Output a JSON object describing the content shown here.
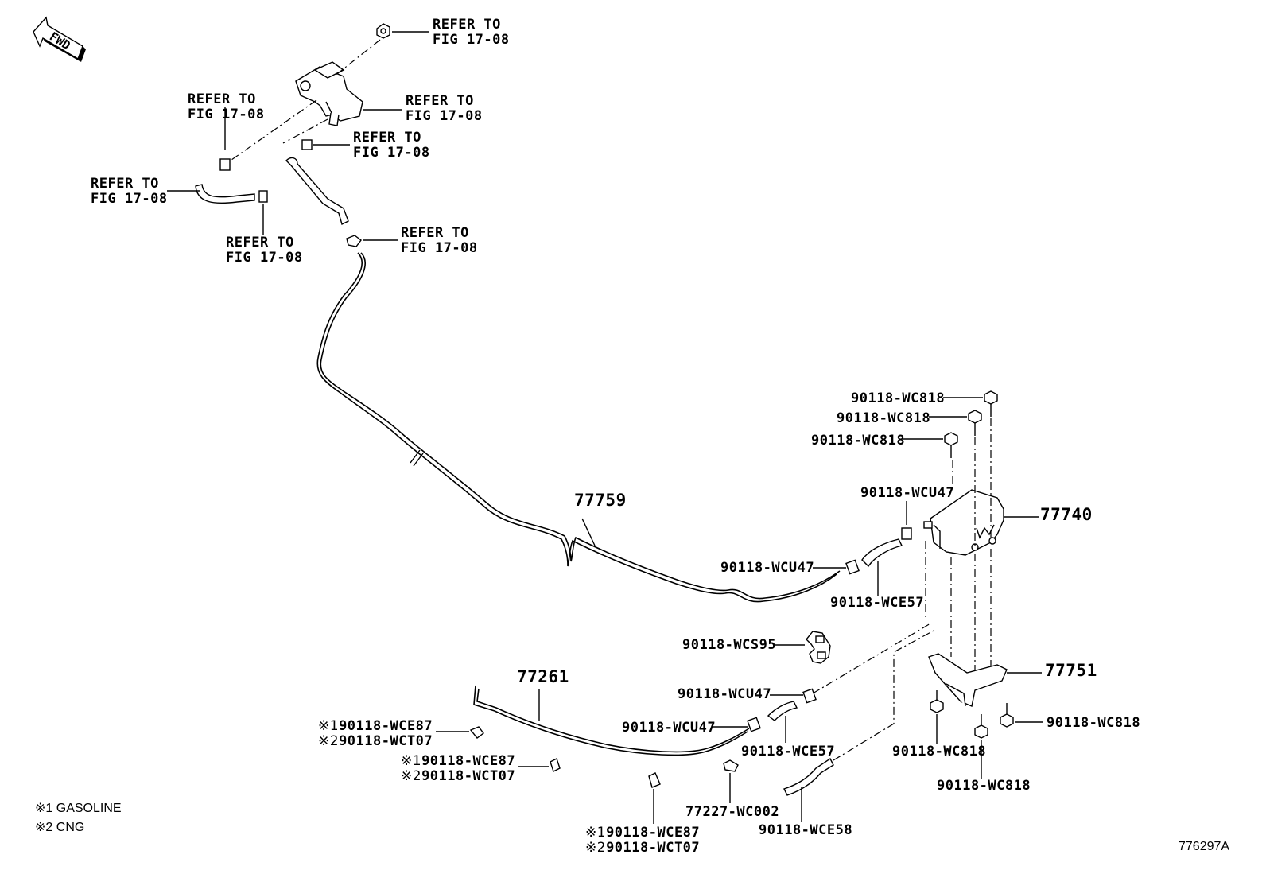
{
  "fwd_label": "FWD",
  "refer_labels": [
    {
      "line1": "REFER TO",
      "line2": "FIG 17-08"
    },
    {
      "line1": "REFER TO",
      "line2": "FIG 17-08"
    },
    {
      "line1": "REFER TO",
      "line2": "FIG 17-08"
    },
    {
      "line1": "REFER TO",
      "line2": "FIG 17-08"
    },
    {
      "line1": "REFER TO",
      "line2": "FIG 17-08"
    },
    {
      "line1": "REFER TO",
      "line2": "FIG 17-08"
    },
    {
      "line1": "REFER TO",
      "line2": "FIG 17-08"
    }
  ],
  "main_parts": {
    "p77759": "77759",
    "p77740": "77740",
    "p77261": "77261",
    "p77751": "77751"
  },
  "parts": {
    "wc818_a": "90118-WC818",
    "wc818_b": "90118-WC818",
    "wc818_c": "90118-WC818",
    "wcu47_a": "90118-WCU47",
    "wcu47_b": "90118-WCU47",
    "wce57_a": "90118-WCE57",
    "wcs95": "90118-WCS95",
    "wcu47_c": "90118-WCU47",
    "wcu47_d": "90118-WCU47",
    "wce57_b": "90118-WCE57",
    "wc818_d": "90118-WC818",
    "wc818_e": "90118-WC818",
    "wc818_f": "90118-WC818",
    "wc002": "77227-WC002",
    "wce58": "90118-WCE58"
  },
  "variant_parts": [
    {
      "m1": "※1",
      "p1": "90118-WCE87",
      "m2": "※2",
      "p2": "90118-WCT07"
    },
    {
      "m1": "※1",
      "p1": "90118-WCE87",
      "m2": "※2",
      "p2": "90118-WCT07"
    },
    {
      "m1": "※1",
      "p1": "90118-WCE87",
      "m2": "※2",
      "p2": "90118-WCT07"
    }
  ],
  "legend": [
    {
      "mark": "※1",
      "text": "GASOLINE"
    },
    {
      "mark": "※2",
      "text": "CNG"
    }
  ],
  "figure_id": "776297A"
}
